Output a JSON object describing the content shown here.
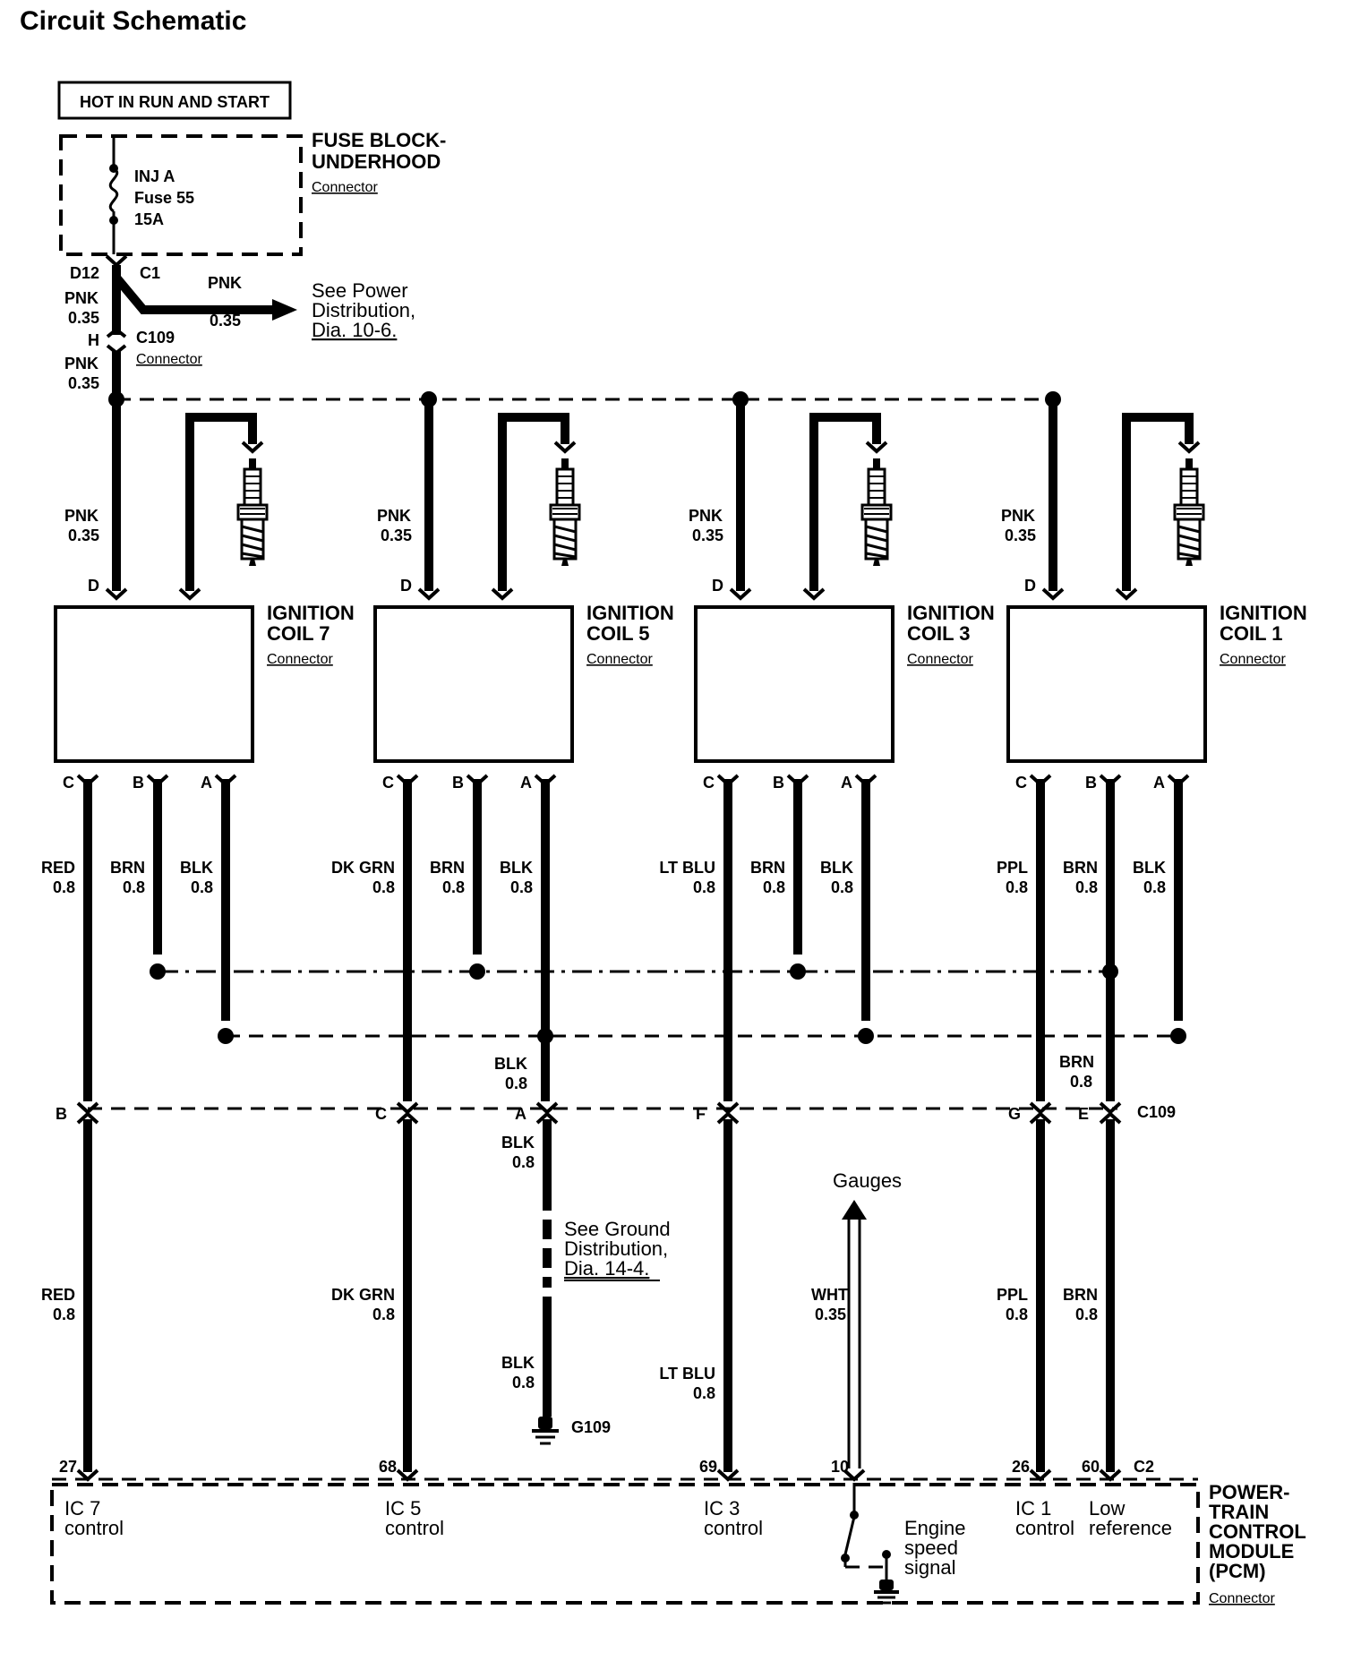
{
  "title": "Circuit Schematic",
  "hot_label": "HOT IN RUN AND START",
  "fuse_block": {
    "name1": "FUSE BLOCK-",
    "name2": "UNDERHOOD",
    "connector": "Connector",
    "fuse_name": "INJ A",
    "fuse_num": "Fuse 55",
    "fuse_amp": "15A"
  },
  "fuse_out": {
    "d12": "D12",
    "c1": "C1",
    "wire_color": "PNK",
    "wire_size": "0.35",
    "branch_color": "PNK",
    "branch_size": "0.35"
  },
  "power_ref": {
    "l1": "See Power",
    "l2": "Distribution,",
    "l3": "Dia.  10-6."
  },
  "c109_top": {
    "pin": "H",
    "name": "C109",
    "connector": "Connector",
    "wire_color": "PNK",
    "wire_size": "0.35"
  },
  "coils": [
    {
      "name1": "IGNITION",
      "name2": "COIL 7",
      "connector": "Connector",
      "supply_color": "PNK",
      "supply_size": "0.35",
      "supply_pin": "D",
      "pins": [
        "C",
        "B",
        "A"
      ],
      "c_color": "RED",
      "c_size": "0.8",
      "b_color": "BRN",
      "b_size": "0.8",
      "a_color": "BLK",
      "a_size": "0.8"
    },
    {
      "name1": "IGNITION",
      "name2": "COIL 5",
      "connector": "Connector",
      "supply_color": "PNK",
      "supply_size": "0.35",
      "supply_pin": "D",
      "pins": [
        "C",
        "B",
        "A"
      ],
      "c_color": "DK GRN",
      "c_size": "0.8",
      "b_color": "BRN",
      "b_size": "0.8",
      "a_color": "BLK",
      "a_size": "0.8"
    },
    {
      "name1": "IGNITION",
      "name2": "COIL 3",
      "connector": "Connector",
      "supply_color": "PNK",
      "supply_size": "0.35",
      "supply_pin": "D",
      "pins": [
        "C",
        "B",
        "A"
      ],
      "c_color": "LT BLU",
      "c_size": "0.8",
      "b_color": "BRN",
      "b_size": "0.8",
      "a_color": "BLK",
      "a_size": "0.8"
    },
    {
      "name1": "IGNITION",
      "name2": "COIL 1",
      "connector": "Connector",
      "supply_color": "PNK",
      "supply_size": "0.35",
      "supply_pin": "D",
      "pins": [
        "C",
        "B",
        "A"
      ],
      "c_color": "PPL",
      "c_size": "0.8",
      "b_color": "BRN",
      "b_size": "0.8",
      "a_color": "BLK",
      "a_size": "0.8"
    }
  ],
  "ground_splice": {
    "color": "BLK",
    "size": "0.8"
  },
  "ref_splice": {
    "color": "BRN",
    "size": "0.8"
  },
  "c109_bottom": {
    "name": "C109",
    "pins": {
      "red": "B",
      "dkgrn": "C",
      "blk": "A",
      "ltblu": "F",
      "ppl": "G",
      "brn": "E"
    }
  },
  "below": {
    "red": {
      "color": "RED",
      "size": "0.8"
    },
    "dkgrn": {
      "color": "DK GRN",
      "size": "0.8"
    },
    "blk_top": {
      "color": "BLK",
      "size": "0.8"
    },
    "blk_bottom": {
      "color": "BLK",
      "size": "0.8"
    },
    "ltblu": {
      "color": "LT BLU",
      "size": "0.8"
    },
    "wht": {
      "color": "WHT",
      "size": "0.35"
    },
    "ppl": {
      "color": "PPL",
      "size": "0.8"
    },
    "brn": {
      "color": "BRN",
      "size": "0.8"
    }
  },
  "ground_ref": {
    "l1": "See Ground",
    "l2": "Distribution,",
    "l3": "Dia.  14-4."
  },
  "ground_name": "G109",
  "gauges": "Gauges",
  "pcm": {
    "name1": "POWER-",
    "name2": "TRAIN",
    "name3": "CONTROL",
    "name4": "MODULE",
    "name5": "(PCM)",
    "connector": "Connector",
    "conn_name": "C2",
    "pins": {
      "ic7": "27",
      "ic5": "68",
      "ic3": "69",
      "speed": "10",
      "ic1": "26",
      "low": "60"
    },
    "labels": {
      "ic7_1": "IC 7",
      "ic7_2": "control",
      "ic5_1": "IC 5",
      "ic5_2": "control",
      "ic3_1": "IC 3",
      "ic3_2": "control",
      "ic1_1": "IC 1",
      "ic1_2": "control",
      "low_1": "Low",
      "low_2": "reference",
      "speed_1": "Engine",
      "speed_2": "speed",
      "speed_3": "signal"
    }
  }
}
